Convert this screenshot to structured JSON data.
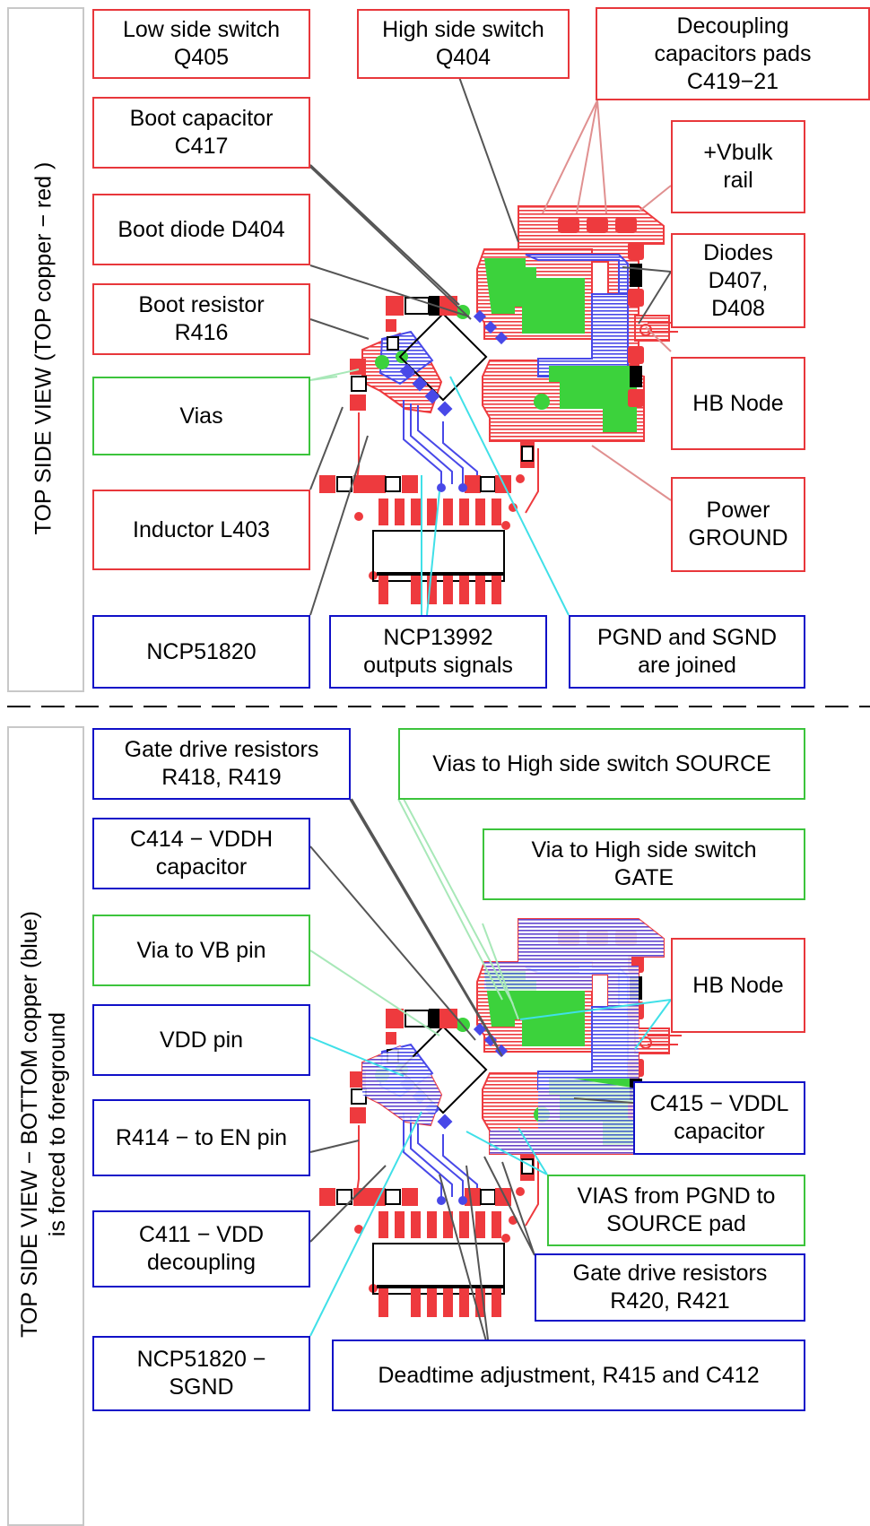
{
  "top_view": {
    "title": "TOP SIDE VIEW (TOP copper − red )",
    "labels": {
      "low_side_switch": "Low side switch\nQ405",
      "high_side_switch": "High side switch\nQ404",
      "decoupling_caps": "Decoupling\ncapacitors pads\nC419−21",
      "boot_capacitor": "Boot capacitor\nC417",
      "vbulk_rail": "+Vbulk\nrail",
      "boot_diode": "Boot diode D404",
      "diodes": "Diodes\nD407,\nD408",
      "boot_resistor": "Boot resistor\nR416",
      "vias": "Vias",
      "hb_node": "HB Node",
      "inductor": "Inductor L403",
      "power_ground": "Power\nGROUND",
      "ncp51820": "NCP51820",
      "ncp13992": "NCP13992\noutputs signals",
      "pgnd_sgnd": "PGND and SGND\nare joined"
    }
  },
  "bottom_view": {
    "title_line1": "TOP SIDE VIEW − BOTTOM copper (blue)",
    "title_line2": "is forced to foreground",
    "labels": {
      "gate_res_hi": "Gate drive resistors\nR418, R419",
      "vias_hs_source": "Vias to High side switch SOURCE",
      "c414": "C414 − VDDH\ncapacitor",
      "via_hs_gate": "Via to High side switch\nGATE",
      "via_vb": "Via to VB pin",
      "hb_node": "HB Node",
      "vdd_pin": "VDD pin",
      "c415": "C415 − VDDL\ncapacitor",
      "r414": "R414 − to EN pin",
      "vias_pgnd": "VIAS from PGND to\nSOURCE pad",
      "c411": "C411 − VDD\ndecoupling",
      "gate_res_lo": "Gate drive resistors\nR420, R421",
      "ncp51820_sgnd": "NCP51820 −\nSGND",
      "deadtime": "Deadtime adjustment, R415 and C412"
    }
  },
  "colors": {
    "top_copper": "#ee3a3e",
    "bottom_copper": "#4848e8",
    "via": "#3cd23c",
    "leader_dark": "#555555",
    "leader_cyan": "#40e0e8",
    "leader_pink": "#e09090",
    "leader_green": "#90e8a8"
  }
}
